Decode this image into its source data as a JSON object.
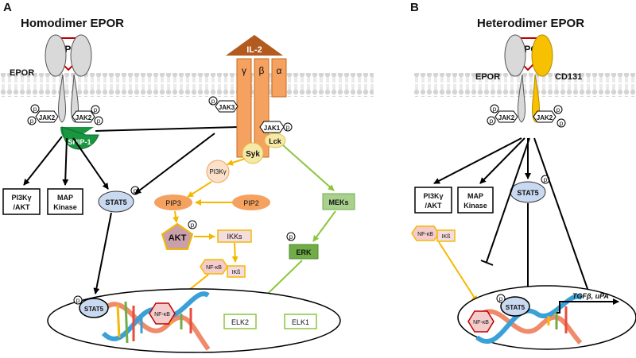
{
  "panel_a": {
    "letter": "A",
    "title": "Homodimer EPOR",
    "epo": "EPO",
    "epor": "EPOR",
    "il2": "IL-2",
    "gamma": "γ",
    "beta": "β",
    "alpha": "α",
    "jak2_left": "JAK2",
    "jak2_right": "JAK2",
    "jak3": "JAK3",
    "jak1": "JAK1",
    "ship1": "SHIP-1",
    "syk": "Syk",
    "lck": "Lck",
    "pi3k_small": "PI3Kγ",
    "pip3": "PIP3",
    "pip2": "PIP2",
    "akt": "AKT",
    "ikks": "IKKs",
    "nfkb": "NF-κB",
    "ikb": "IKß",
    "meks": "MEKs",
    "erk": "ERK",
    "elk1": "ELK1",
    "elk2": "ELK2",
    "box_pi3k_1": "PI3Kγ",
    "box_pi3k_2": "/AKT",
    "box_map_1": "MAP",
    "box_map_2": "Kinase",
    "stat5": "STAT5",
    "stat5_nuc": "STAT5",
    "nfkb_nuc": "NF-κB",
    "p": "p"
  },
  "panel_b": {
    "letter": "B",
    "title": "Heterodimer EPOR",
    "epo": "EPO",
    "epor": "EPOR",
    "cd131": "CD131",
    "jak2_left": "JAK2",
    "jak2_right": "JAK2",
    "box_pi3k_1": "PI3Kγ",
    "box_pi3k_2": "/AKT",
    "box_map_1": "MAP",
    "box_map_2": "Kinase",
    "stat5": "STAT5",
    "nfkb": "NF-κB",
    "ikb": "IKß",
    "stat5_nuc": "STAT5",
    "nfkb_nuc": "NF-κB",
    "targets": "TGFβ, uPA",
    "p": "p"
  },
  "colors": {
    "orange": "#f5a15f",
    "orange_dark": "#e07b22",
    "il2_brown": "#b35a1f",
    "green_arrow": "#8cc63f",
    "green_box": "#70ad47",
    "yellow_arrow": "#f5b800",
    "stat_blue": "#c9d9f0",
    "ship_green": "#1a9641",
    "cd131_yellow": "#f7c000",
    "receptor_grey": "#d9d9d9",
    "epo_red": "#c00000",
    "nfkb_pink": "#f4cccc",
    "akt_mauve": "#c9a0a8"
  }
}
